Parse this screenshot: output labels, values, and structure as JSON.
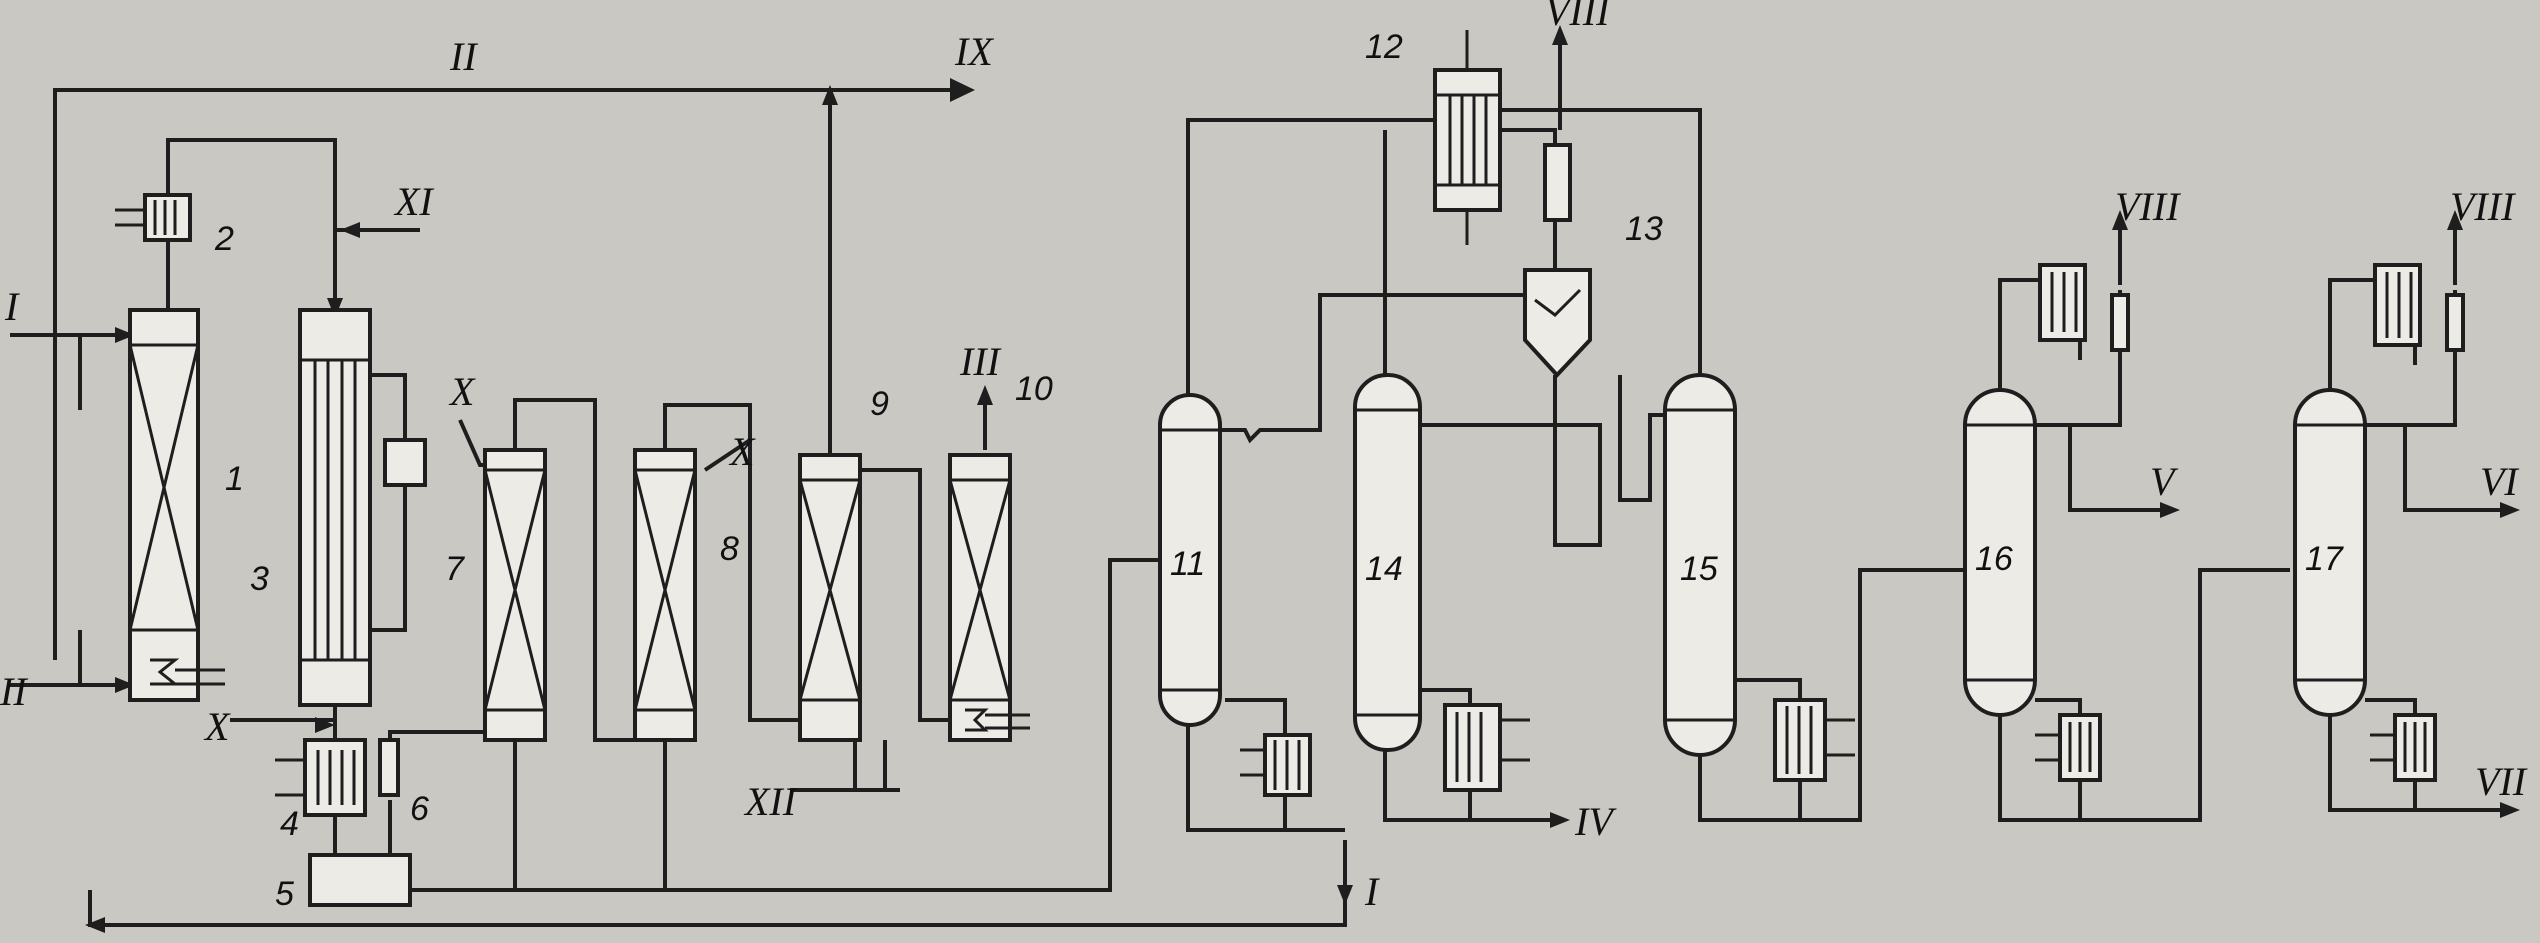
{
  "colors": {
    "paper": "#c9c8c3",
    "ink": "#1e1e1e",
    "fill": "#ecebe6"
  },
  "equipment": {
    "e1": "1",
    "e2": "2",
    "e3": "3",
    "e4": "4",
    "e5": "5",
    "e6": "6",
    "e7": "7",
    "e8": "8",
    "e9": "9",
    "e10": "10",
    "e11": "11",
    "e12": "12",
    "e13": "13",
    "e14": "14",
    "e15": "15",
    "e16": "16",
    "e17": "17"
  },
  "streams": {
    "s1": "I",
    "s2": "II",
    "s3": "III",
    "s4": "IV",
    "s5": "V",
    "s6": "VI",
    "s7": "VII",
    "s8": "VIII",
    "s9": "IX",
    "s10": "X",
    "s11": "XI",
    "s12": "XII"
  }
}
